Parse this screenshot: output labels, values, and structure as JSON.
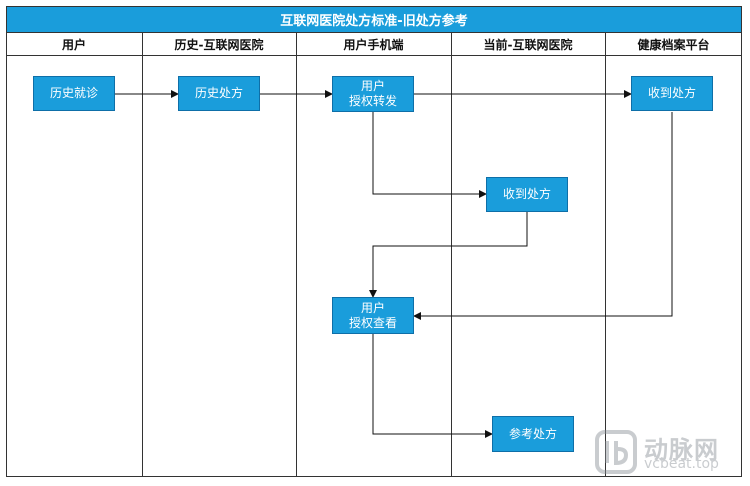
{
  "title": "互联网医院处方标准-旧处方参考",
  "lanes": [
    "用户",
    "历史-互联网医院",
    "用户手机端",
    "当前-互联网医院",
    "健康档案平台"
  ],
  "nodes": {
    "history_visit": "历史就诊",
    "history_prescription": "历史处方",
    "user_authorize_forward": "用户\n授权转发",
    "health_received": "收到处方",
    "current_received": "收到处方",
    "user_authorize_view": "用户\n授权查看",
    "reference_prescription": "参考处方"
  },
  "colors": {
    "accent": "#1a9ddb",
    "border": "#333333"
  },
  "watermark": {
    "brand": "动脉网",
    "domain": "vcbeat.top"
  }
}
